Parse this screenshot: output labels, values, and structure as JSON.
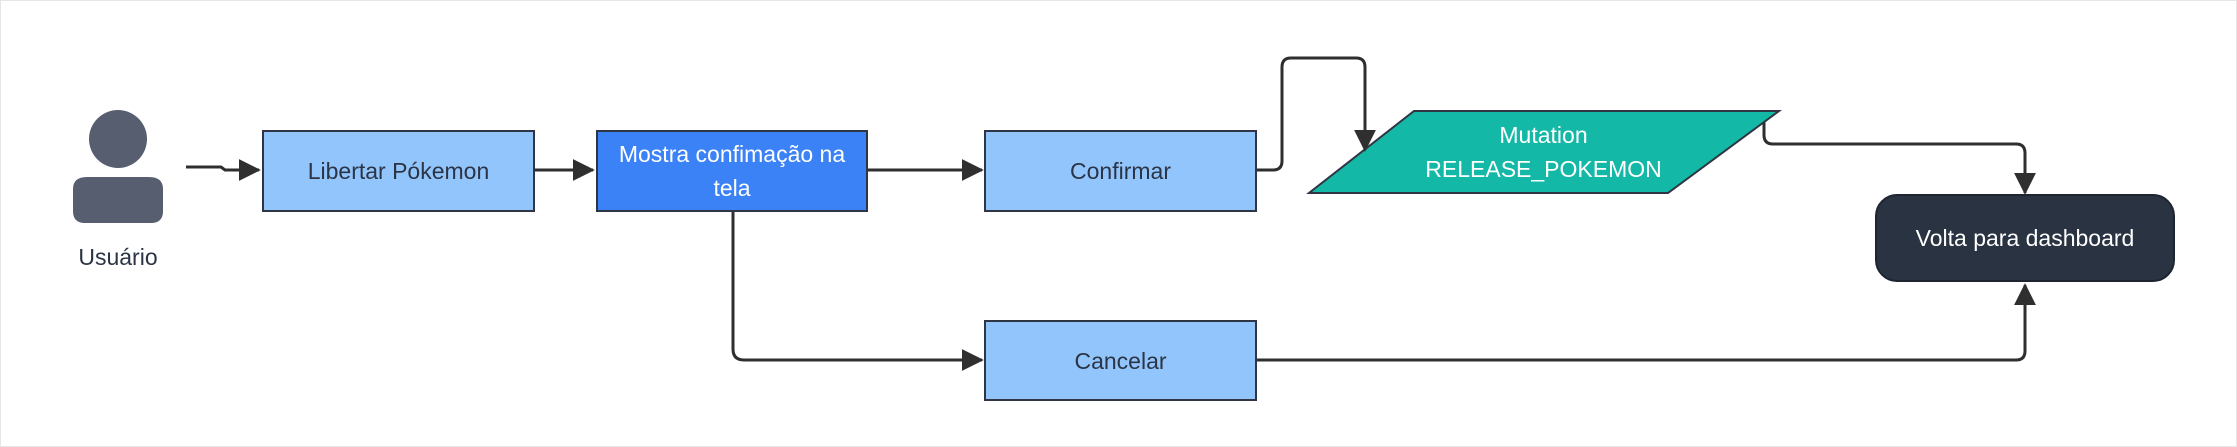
{
  "diagram": {
    "actor": {
      "label": "Usuário",
      "icon": "user-icon"
    },
    "nodes": {
      "libertar": "Libertar Pókemon",
      "mostra": "Mostra confimação na tela",
      "confirmar": "Confirmar",
      "cancelar": "Cancelar",
      "mutation_line1": "Mutation",
      "mutation_line2": "RELEASE_POKEMON",
      "volta": "Volta para dashboard"
    },
    "colors": {
      "light_box": "#93c5fd",
      "dark_box": "#3b82f6",
      "mutation": "#14b8a6",
      "end_node": "#2a3342",
      "actor": "#565e70",
      "edge": "#2f2f2f"
    }
  }
}
